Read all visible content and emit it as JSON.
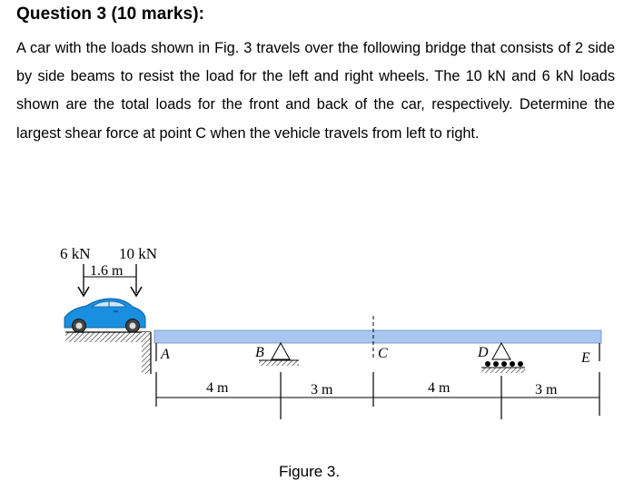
{
  "question": {
    "heading": "Question 3 (10 marks):",
    "text": "A car with the loads shown in Fig. 3 travels over the following bridge that consists of 2 side by side beams to resist the load for the left and right wheels. The 10 kN and 6 kN loads shown are the total loads for the front and back of the car, respectively. Determine the largest shear force at point C when the vehicle travels from left to right."
  },
  "figure": {
    "caption": "Figure 3.",
    "load_rear": "6 kN",
    "load_front": "10 kN",
    "axle_spacing": "1.6 m",
    "point_labels": {
      "a": "A",
      "b": "B",
      "c": "C",
      "d": "D",
      "e": "E"
    },
    "spans": [
      "4 m",
      "3 m",
      "4 m",
      "3 m"
    ],
    "colors": {
      "beam": "#a8c6f0",
      "car_body": "#1a8fe0"
    }
  }
}
